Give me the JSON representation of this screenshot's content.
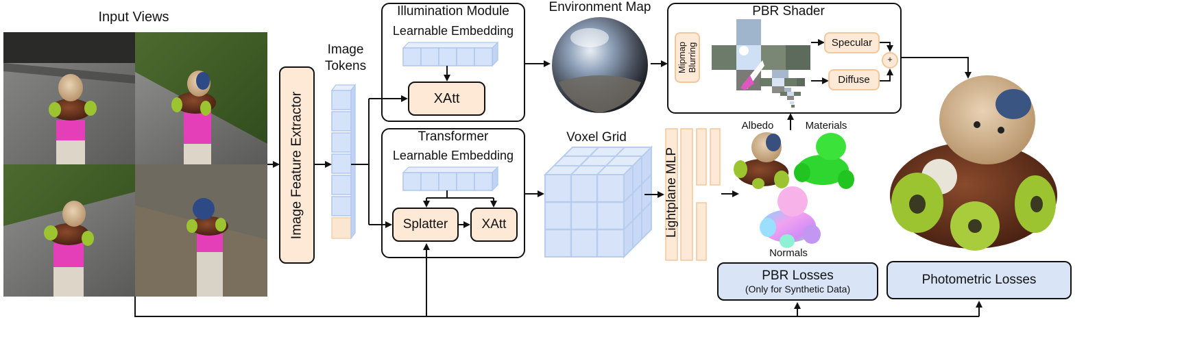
{
  "input_views": {
    "title": "Input Views"
  },
  "image_feature_extractor": {
    "label": "Image Feature Extractor"
  },
  "image_tokens": {
    "line1": "Image",
    "line2": "Tokens"
  },
  "illumination_module": {
    "title": "Illumination Module",
    "embedding_label": "Learnable Embedding",
    "xatt_label": "XAtt"
  },
  "transformer": {
    "title": "Transformer",
    "embedding_label": "Learnable Embedding",
    "splatter_label": "Splatter",
    "xatt_label": "XAtt"
  },
  "environment_map": {
    "title": "Environment Map"
  },
  "voxel_grid": {
    "title": "Voxel Grid"
  },
  "pbr_shader": {
    "title": "PBR Shader",
    "mipmap_line1": "Mipmap",
    "mipmap_line2": "Blurring",
    "specular_label": "Specular",
    "diffuse_label": "Diffuse",
    "plus_label": "+"
  },
  "lightplane_mlp": {
    "label": "Lightplane MLP"
  },
  "outputs": {
    "albedo": "Albedo",
    "materials": "Materials",
    "normals": "Normals"
  },
  "losses": {
    "pbr_title": "PBR Losses",
    "pbr_note": "(Only for Synthetic Data)",
    "photometric": "Photometric Losses"
  },
  "colors": {
    "peach_fill": "#fde9d6",
    "blue_fill": "#d9e4f7",
    "token_blue": "#d4e2fa",
    "token_edge": "#aec6ee",
    "materials_green": "#2fd62f",
    "car_green": "#9cc431"
  }
}
